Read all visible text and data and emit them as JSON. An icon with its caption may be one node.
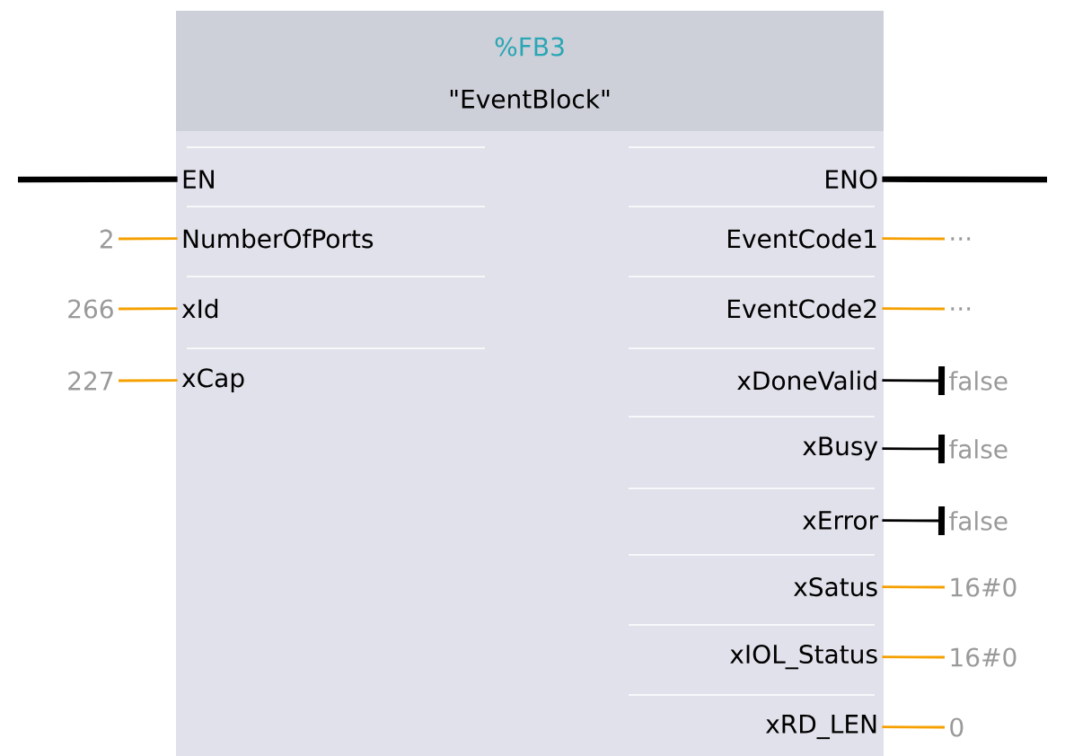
{
  "diagram": {
    "nodes": [
      {
        "text": [
          "%FB3",
          "\"EventBlock\""
        ]
      },
      {
        "text": [
          "EN"
        ],
        "in": 0
      },
      {
        "text": [
          "NumberOfPorts"
        ],
        "in": 0
      },
      {
        "text": [
          "xId"
        ],
        "in": 0
      },
      {
        "text": [
          "xCap"
        ],
        "in": 0
      },
      {
        "text": [
          "ENO"
        ],
        "in": 0
      },
      {
        "text": [
          "EventCode1"
        ],
        "in": 0
      },
      {
        "text": [
          "EventCode2"
        ],
        "in": 0
      },
      {
        "text": [
          "xDoneValid"
        ],
        "in": 0
      },
      {
        "text": [
          "xBusy"
        ],
        "in": 0
      },
      {
        "text": [
          "xError"
        ],
        "in": 0
      },
      {
        "text": [
          "xSatus"
        ],
        "in": 0
      },
      {
        "text": [
          "xIOL_Status"
        ],
        "in": 0
      },
      {
        "text": [
          "xRD_LEN"
        ],
        "in": 0
      },
      {
        "text": [
          "2"
        ]
      },
      {
        "text": [
          "266"
        ]
      },
      {
        "text": [
          "227"
        ]
      },
      {
        "text": [
          "..."
        ]
      },
      {
        "text": [
          "..."
        ]
      },
      {
        "text": [
          "false"
        ]
      },
      {
        "text": [
          "false"
        ]
      },
      {
        "text": [
          "false"
        ]
      },
      {
        "text": [
          "16#0"
        ]
      },
      {
        "text": [
          "16#0"
        ]
      },
      {
        "text": [
          "0"
        ]
      }
    ],
    "edges": [
      {
        "from": null,
        "to": 1,
        "arrow": "none",
        "style": "thick",
        "color": "#000000"
      },
      {
        "from": 5,
        "to": null,
        "arrow": "none",
        "style": "thick",
        "color": "#000000"
      },
      {
        "from": 14,
        "to": 2,
        "arrow": "none"
      },
      {
        "from": 15,
        "to": 3,
        "arrow": "none"
      },
      {
        "from": 16,
        "to": 4,
        "arrow": "none"
      },
      {
        "from": 6,
        "to": 17,
        "arrow": "none"
      },
      {
        "from": 7,
        "to": 18,
        "arrow": "none"
      },
      {
        "from": 8,
        "to": 19,
        "arrow": "other",
        "color": "#000000"
      },
      {
        "from": 9,
        "to": 20,
        "arrow": "other",
        "color": "#000000"
      },
      {
        "from": 10,
        "to": 21,
        "arrow": "other",
        "color": "#000000"
      },
      {
        "from": 11,
        "to": 22,
        "arrow": "none"
      },
      {
        "from": 12,
        "to": 23,
        "arrow": "none"
      },
      {
        "from": 13,
        "to": 24,
        "arrow": "none"
      }
    ]
  }
}
